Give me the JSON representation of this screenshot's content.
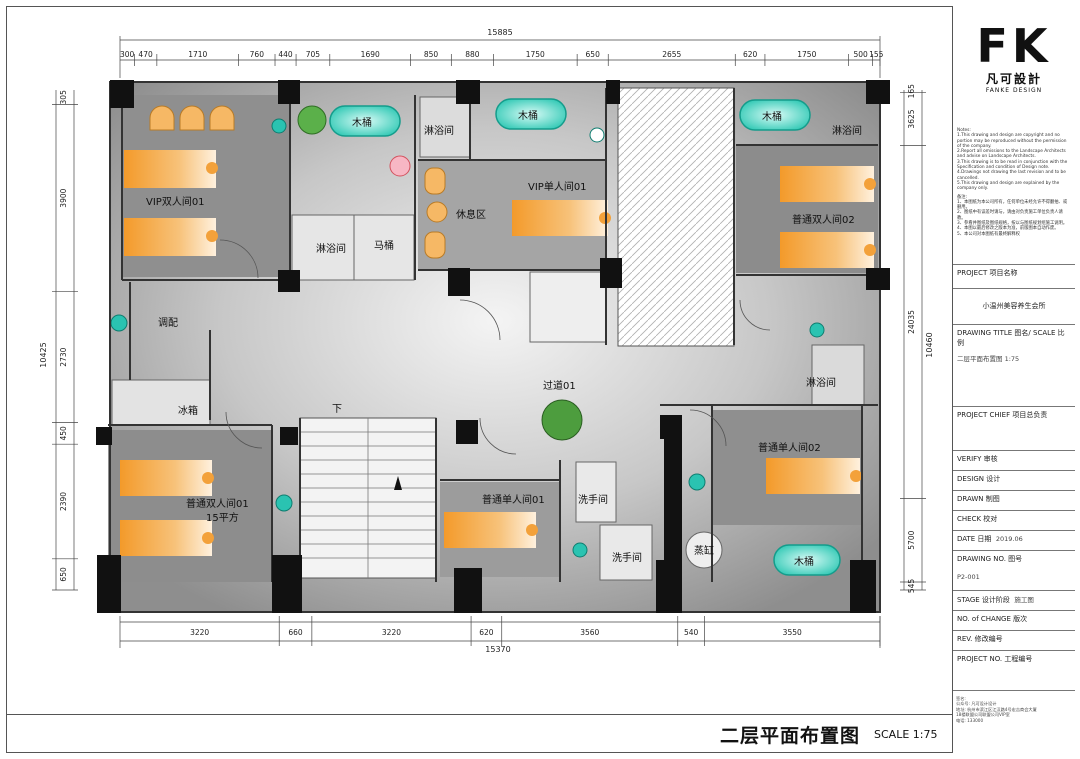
{
  "dimensions": {
    "total_top": "15885",
    "total_bottom": "15370",
    "top": [
      "300",
      "470",
      "1710",
      "760",
      "440",
      "705",
      "1690",
      "850",
      "880",
      "1750",
      "650",
      "2655",
      "620",
      "1750",
      "500",
      "155"
    ],
    "bottom": [
      "3220",
      "660",
      "3220",
      "620",
      "3560",
      "540",
      "3550"
    ],
    "left": [
      "305",
      "3900",
      "2730",
      "450",
      "2390",
      "650"
    ],
    "left_total": "10425",
    "right": [
      "165",
      "3625",
      "24035",
      "5700",
      "545"
    ],
    "right_total": "10460"
  },
  "rooms": {
    "vip_double": "VIP双人间01",
    "vip_single": "VIP单人间01",
    "rest": "休息区",
    "shower1": "淋浴间",
    "shower2": "淋浴间",
    "shower3": "淋浴间",
    "shower4": "淋浴间",
    "toilet": "马桶",
    "tub1": "木桶",
    "tub2": "木桶",
    "tub3": "木桶",
    "tub4": "木桶",
    "std_double2": "普通双人间02",
    "prep": "调配",
    "fridge": "冰箱",
    "down": "下",
    "corridor": "过道01",
    "std_double1": "普通双人间01",
    "std_double1_area": "15平方",
    "std_single1": "普通单人间01",
    "wash1": "洗手间",
    "wash2": "洗手间",
    "steam": "蒸缸",
    "std_single2": "普通单人间02"
  },
  "title_block": {
    "logo_mark": "FK",
    "logo_cn": "凡可設計",
    "logo_en": "FANKE DESIGN",
    "notes_en": [
      "Notes:",
      "1.This drawing and design are copyright and no portion may be reproduced without the permission of the company.",
      "2.Report all omissions to the Landscape Architects and advise on Landscape Architects.",
      "3.This drawing is to be read in conjunction with the Specification and condition of Design note.",
      "4.Drawings not drawing the last revision and to be cancelled.",
      "5.This drawing and design are explained by the company only."
    ],
    "notes_cn": [
      "备注:",
      "1、本图纸为本公司所有，任何单位未经允许不得翻拍、或删用。",
      "2、图纸中有误差时请与，请由对负责施工单位负责人请教。",
      "3、参看并图纸及图纸规格，按以与图纸规划组施工说明。",
      "4、本图以最后修改之版本为准，前版图本自动作废。",
      "5、本公司对本图纸有最终解释权"
    ],
    "project_label": "PROJECT  项目名称",
    "project_value": "小温州美容养生会所",
    "drawing_title_label": "DRAWING TITLE 图名/ SCALE 比例",
    "drawing_title_value": "二层平面布置图 1:75",
    "chief_label": "PROJECT CHIEF  项目总负责",
    "verify_label": "VERIFY  审核",
    "design_label": "DESIGN  设计",
    "drawn_label": "DRAWN  制图",
    "check_label": "CHECK  校对",
    "date_label": "DATE  日期",
    "date_value": "2019.06",
    "drawing_no_label": "DRAWING NO.  图号",
    "drawing_no_value": "P2-001",
    "stage_label": "STAGE  设计阶段",
    "stage_value": "施工图",
    "change_label": "NO. of CHANGE  版次",
    "rev_label": "REV.  修改编号",
    "project_no_label": "PROJECT NO.  工程编号",
    "sign_lines": [
      "签名:",
      "公众号: 凡可设计设计",
      "地址: 杭州市滨江区江汉路4号宏吉商会大厦",
      "18楼联盟公司联盟公司VIP室",
      "电话: 133000"
    ]
  },
  "bottom": {
    "title": "二层平面布置图",
    "scale": "SCALE 1:75"
  },
  "colors": {
    "accent_orange": "#f3a13a",
    "tub_teal": "#3fd3c0",
    "floor_gray": "#9a9a9a",
    "wall": "#111111"
  }
}
